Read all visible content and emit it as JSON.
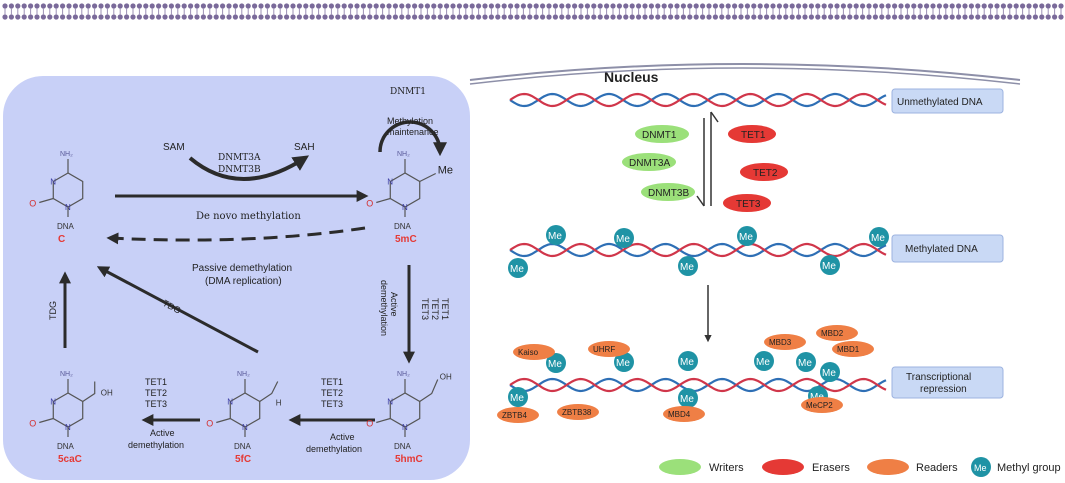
{
  "colors": {
    "panel_fill": "#c8d0f7",
    "membrane": "#7a6a9a",
    "strand_blue": "#2e6fb5",
    "strand_red": "#d0364a",
    "writer": "#9be07a",
    "eraser": "#e53935",
    "reader": "#ef7f45",
    "methyl": "#1f93a5",
    "nucleotide_label": "#e53935",
    "label_box": "#c9d9f5"
  },
  "left_panel": {
    "sam": "SAM",
    "sah": "SAH",
    "dnmt3a": "DNMT3A",
    "dnmt3b": "DNMT3B",
    "dnmt1": "DNMT1",
    "maintenance_1": "Methylation",
    "maintenance_2": "maintenance",
    "de_novo": "De novo methylation",
    "passive_1": "Passive demethylation",
    "passive_2": "(DMA replication)",
    "active_1": "Active",
    "active_2": "demethylation",
    "tet1": "TET1",
    "tet2": "TET2",
    "tet3": "TET3",
    "tdg": "TDG",
    "me": "Me",
    "nh2": "NH₂",
    "oh": "OH",
    "h": "H",
    "n": "N",
    "o": "O",
    "dna": "DNA",
    "molecules": {
      "c": "C",
      "5mc": "5mC",
      "5hmc": "5hmC",
      "5fc": "5fC",
      "5cac": "5caC"
    }
  },
  "right_panel": {
    "nucleus": "Nucleus",
    "unmethylated": "Unmethylated DNA",
    "methylated": "Methylated DNA",
    "repression_1": "Transcriptional",
    "repression_2": "repression",
    "writers": [
      "DNMT1",
      "DNMT3A",
      "DNMT3B"
    ],
    "erasers": [
      "TET1",
      "TET2",
      "TET3"
    ],
    "readers": [
      "Kaiso",
      "UHRF",
      "ZBTB4",
      "ZBTB38",
      "MBD4",
      "MBD3",
      "MBD2",
      "MBD1",
      "MeCP2"
    ],
    "me": "Me"
  },
  "legend": {
    "writers": "Writers",
    "erasers": "Erasers",
    "readers": "Readers",
    "methyl": "Methyl group",
    "methyl_icon": "Me"
  }
}
